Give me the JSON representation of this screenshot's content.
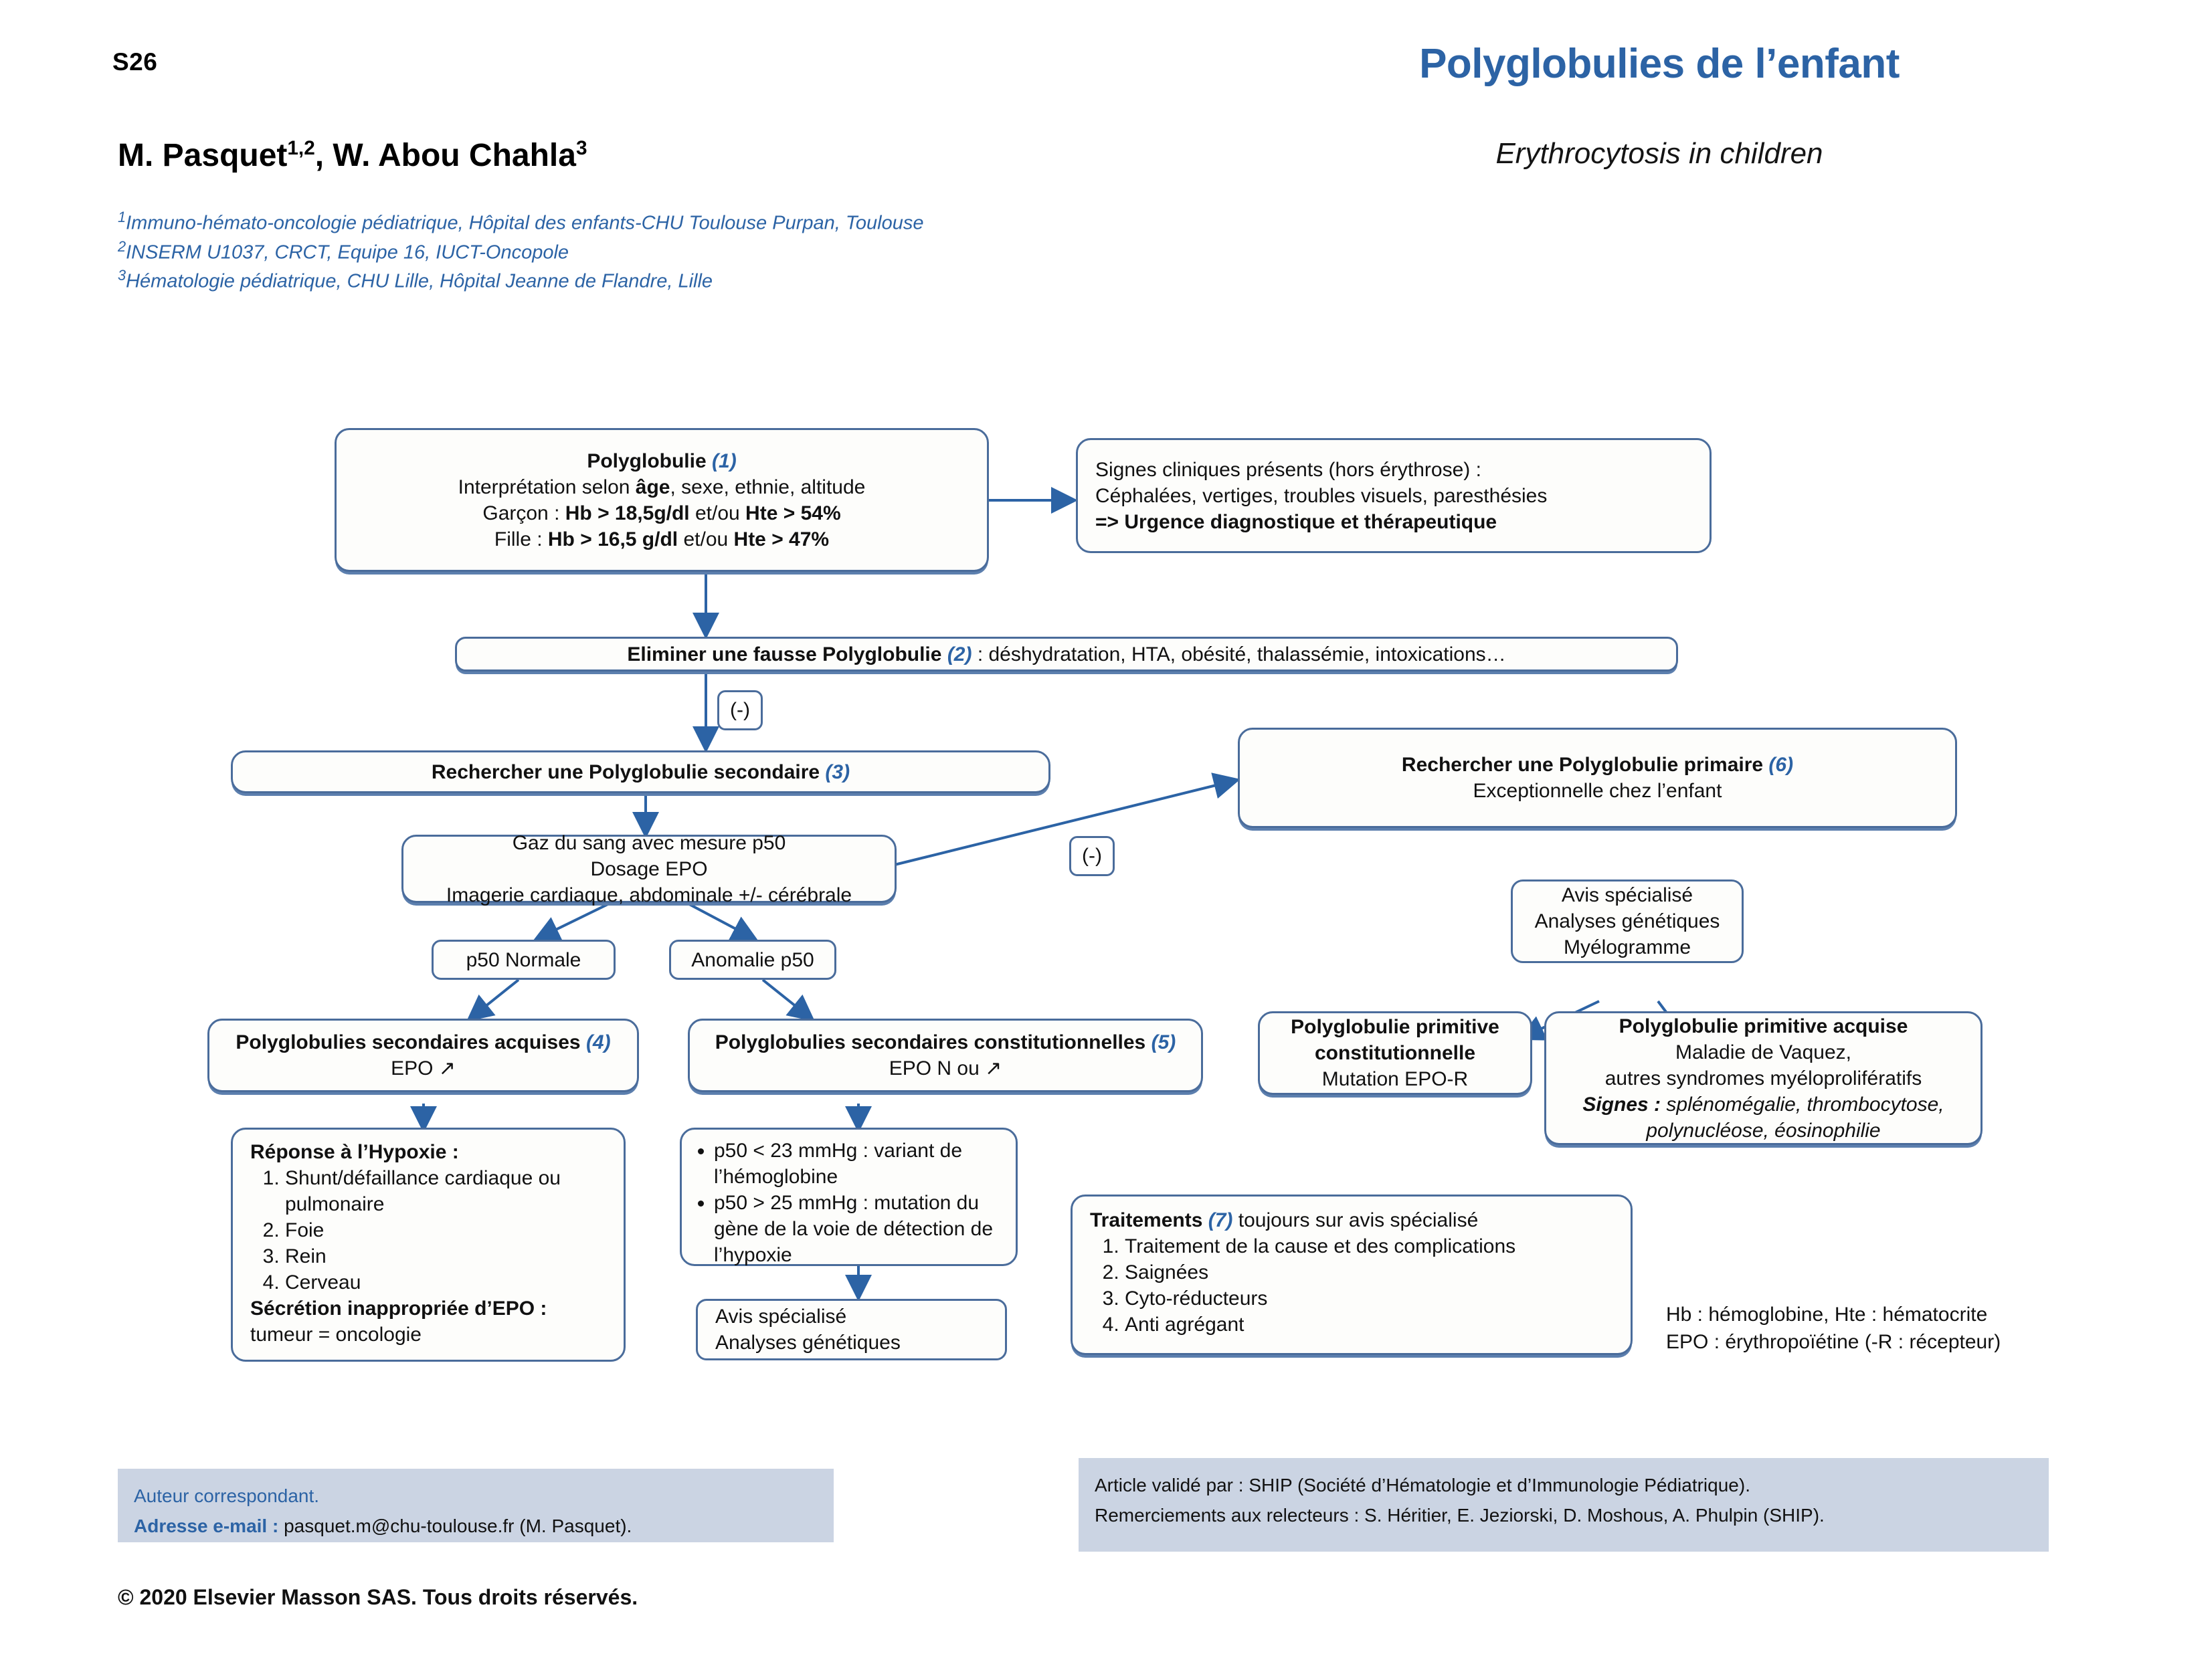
{
  "header": {
    "page_number": "S26",
    "title": "Polyglobulies de l’enfant",
    "subtitle": "Erythrocytosis in children",
    "authors": "M. Pasquet",
    "authors_sup1": "1,2",
    "authors_mid": ", W. Abou Chahla",
    "authors_sup2": "3",
    "affiliations": [
      {
        "sup": "1",
        "text": "Immuno-hémato-oncologie pédiatrique, Hôpital des enfants-CHU Toulouse Purpan, Toulouse"
      },
      {
        "sup": "2",
        "text": "INSERM U1037, CRCT, Equipe 16, IUCT-Oncopole"
      },
      {
        "sup": "3",
        "text": "Hématologie pédiatrique, CHU Lille, Hôpital Jeanne de Flandre, Lille"
      }
    ]
  },
  "flowchart": {
    "node_polyglobulie": {
      "title": "Polyglobulie",
      "ref": "(1)",
      "line2": "Interprétation selon ",
      "line2_b": "âge",
      "line2_end": ", sexe, ethnie, altitude",
      "line3_pre": "Garçon : ",
      "line3_b1": "Hb > 18,5g/dl",
      "line3_mid": " et/ou ",
      "line3_b2": "Hte > 54%",
      "line4_pre": "Fille : ",
      "line4_b1": "Hb > 16,5 g/dl",
      "line4_mid": " et/ou ",
      "line4_b2": "Hte > 47%"
    },
    "node_signes": {
      "line1": "Signes cliniques présents (hors érythrose) :",
      "line2": "Céphalées, vertiges, troubles visuels, paresthésies",
      "line3": "=> Urgence diagnostique et thérapeutique"
    },
    "node_fausse": {
      "title": "Eliminer une fausse Polyglobulie",
      "ref": "(2)",
      "rest": " : déshydratation, HTA, obésité, thalassémie, intoxications…"
    },
    "minus_1": "(-)",
    "minus_2": "(-)",
    "node_secondaire": {
      "title": "Rechercher une Polyglobulie secondaire",
      "ref": "(3)"
    },
    "node_gaz": {
      "line1": "Gaz du sang avec mesure p50",
      "line2": "Dosage EPO",
      "line3": "Imagerie cardiaque, abdominale +/- cérébrale"
    },
    "node_p50_normale": {
      "label": "p50 Normale"
    },
    "node_anomalie_p50": {
      "label": "Anomalie p50"
    },
    "node_sec_acquises": {
      "title": "Polyglobulies secondaires acquises",
      "ref": "(4)",
      "line2": "EPO ↗"
    },
    "node_sec_constit": {
      "title": "Polyglobulies secondaires constitutionnelles",
      "ref": "(5)",
      "line2": "EPO N ou ↗"
    },
    "node_hypoxie": {
      "title": "Réponse à l’Hypoxie :",
      "items": [
        "Shunt/défaillance cardiaque ou pulmonaire",
        "Foie",
        "Rein",
        "Cerveau"
      ],
      "subtitle": "Sécrétion inappropriée d’EPO :",
      "last": "tumeur = oncologie"
    },
    "node_p50_bullets": {
      "items": [
        "p50 < 23 mmHg : variant de l’hémoglobine",
        "p50 > 25 mmHg : mutation du gène de la voie de détection de l’hypoxie"
      ]
    },
    "node_avis_gen": {
      "line1": "Avis spécialisé",
      "line2": "Analyses génétiques"
    },
    "node_primaire": {
      "title": "Rechercher une Polyglobulie primaire",
      "ref": "(6)",
      "line2": "Exceptionnelle chez l’enfant"
    },
    "node_avis_myelo": {
      "line1": "Avis spécialisé",
      "line2": "Analyses génétiques",
      "line3": "Myélogramme"
    },
    "node_prim_constit": {
      "line1": "Polyglobulie primitive",
      "line2": "constitutionnelle",
      "line3": "Mutation EPO-R"
    },
    "node_prim_acquise": {
      "line1": "Polyglobulie primitive acquise",
      "line2": "Maladie de Vaquez,",
      "line3": "autres syndromes myéloprolifératifs",
      "line4_b": "Signes :",
      "line4_i": " splénomégalie, thrombocytose,",
      "line5_i": "polynucléose, éosinophilie"
    },
    "node_traitements": {
      "title": "Traitements",
      "ref": "(7)",
      "rest": " toujours sur avis spécialisé",
      "items": [
        "Traitement de la cause et des complications",
        "Saignées",
        "Cyto-réducteurs",
        "Anti agrégant"
      ]
    },
    "legend": {
      "line1": "Hb : hémoglobine, Hte : hématocrite",
      "line2": "EPO : érythropoïétine (-R : récepteur)"
    }
  },
  "footer": {
    "left": {
      "line1": "Auteur correspondant.",
      "line2_label": "Adresse e-mail :",
      "line2_value": " pasquet.m@chu-toulouse.fr (M. Pasquet)."
    },
    "right": {
      "line1": "Article validé par : SHIP (Société d’Hématologie et d’Immunologie Pédiatrique).",
      "line2": "Remerciements aux relecteurs : S. Héritier, E. Jeziorski, D. Moshous, A. Phulpin (SHIP)."
    },
    "copyright": "© 2020 Elsevier Masson SAS. Tous droits réservés."
  },
  "colors": {
    "accent_blue": "#2C63A5",
    "box_border": "#4A6C9B",
    "footer_band": "#CBD4E3"
  }
}
